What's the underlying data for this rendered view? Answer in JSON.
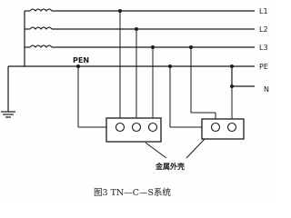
{
  "lines": [
    {
      "label": "L1"
    },
    {
      "label": "L2"
    },
    {
      "label": "L3"
    },
    {
      "label": "PE"
    },
    {
      "label": "N"
    }
  ],
  "pen_label": "PEN",
  "enclosure_label": "金属外壳",
  "caption": "图3   TN—C—S系统"
}
